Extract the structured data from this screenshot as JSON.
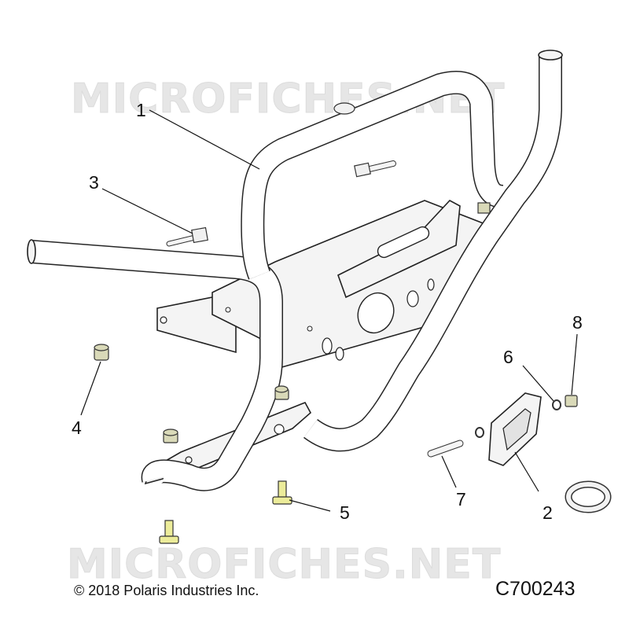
{
  "watermarks": [
    "MICROFICHES.NET",
    "MICROFICHES.NET"
  ],
  "callouts": [
    {
      "label": "1",
      "part": "front-bumper-tube"
    },
    {
      "label": "2",
      "part": "tow-hook-bracket"
    },
    {
      "label": "3",
      "part": "bolt"
    },
    {
      "label": "4",
      "part": "nut"
    },
    {
      "label": "5",
      "part": "bolt"
    },
    {
      "label": "6",
      "part": "washer"
    },
    {
      "label": "7",
      "part": "bolt"
    },
    {
      "label": "8",
      "part": "nut"
    }
  ],
  "footer": {
    "copyright": "© 2018 Polaris Industries Inc.",
    "drawing_number": "C700243"
  },
  "colors": {
    "watermark": "#e6e6e6",
    "fastener": "#ecec9a",
    "line": "#222222"
  }
}
